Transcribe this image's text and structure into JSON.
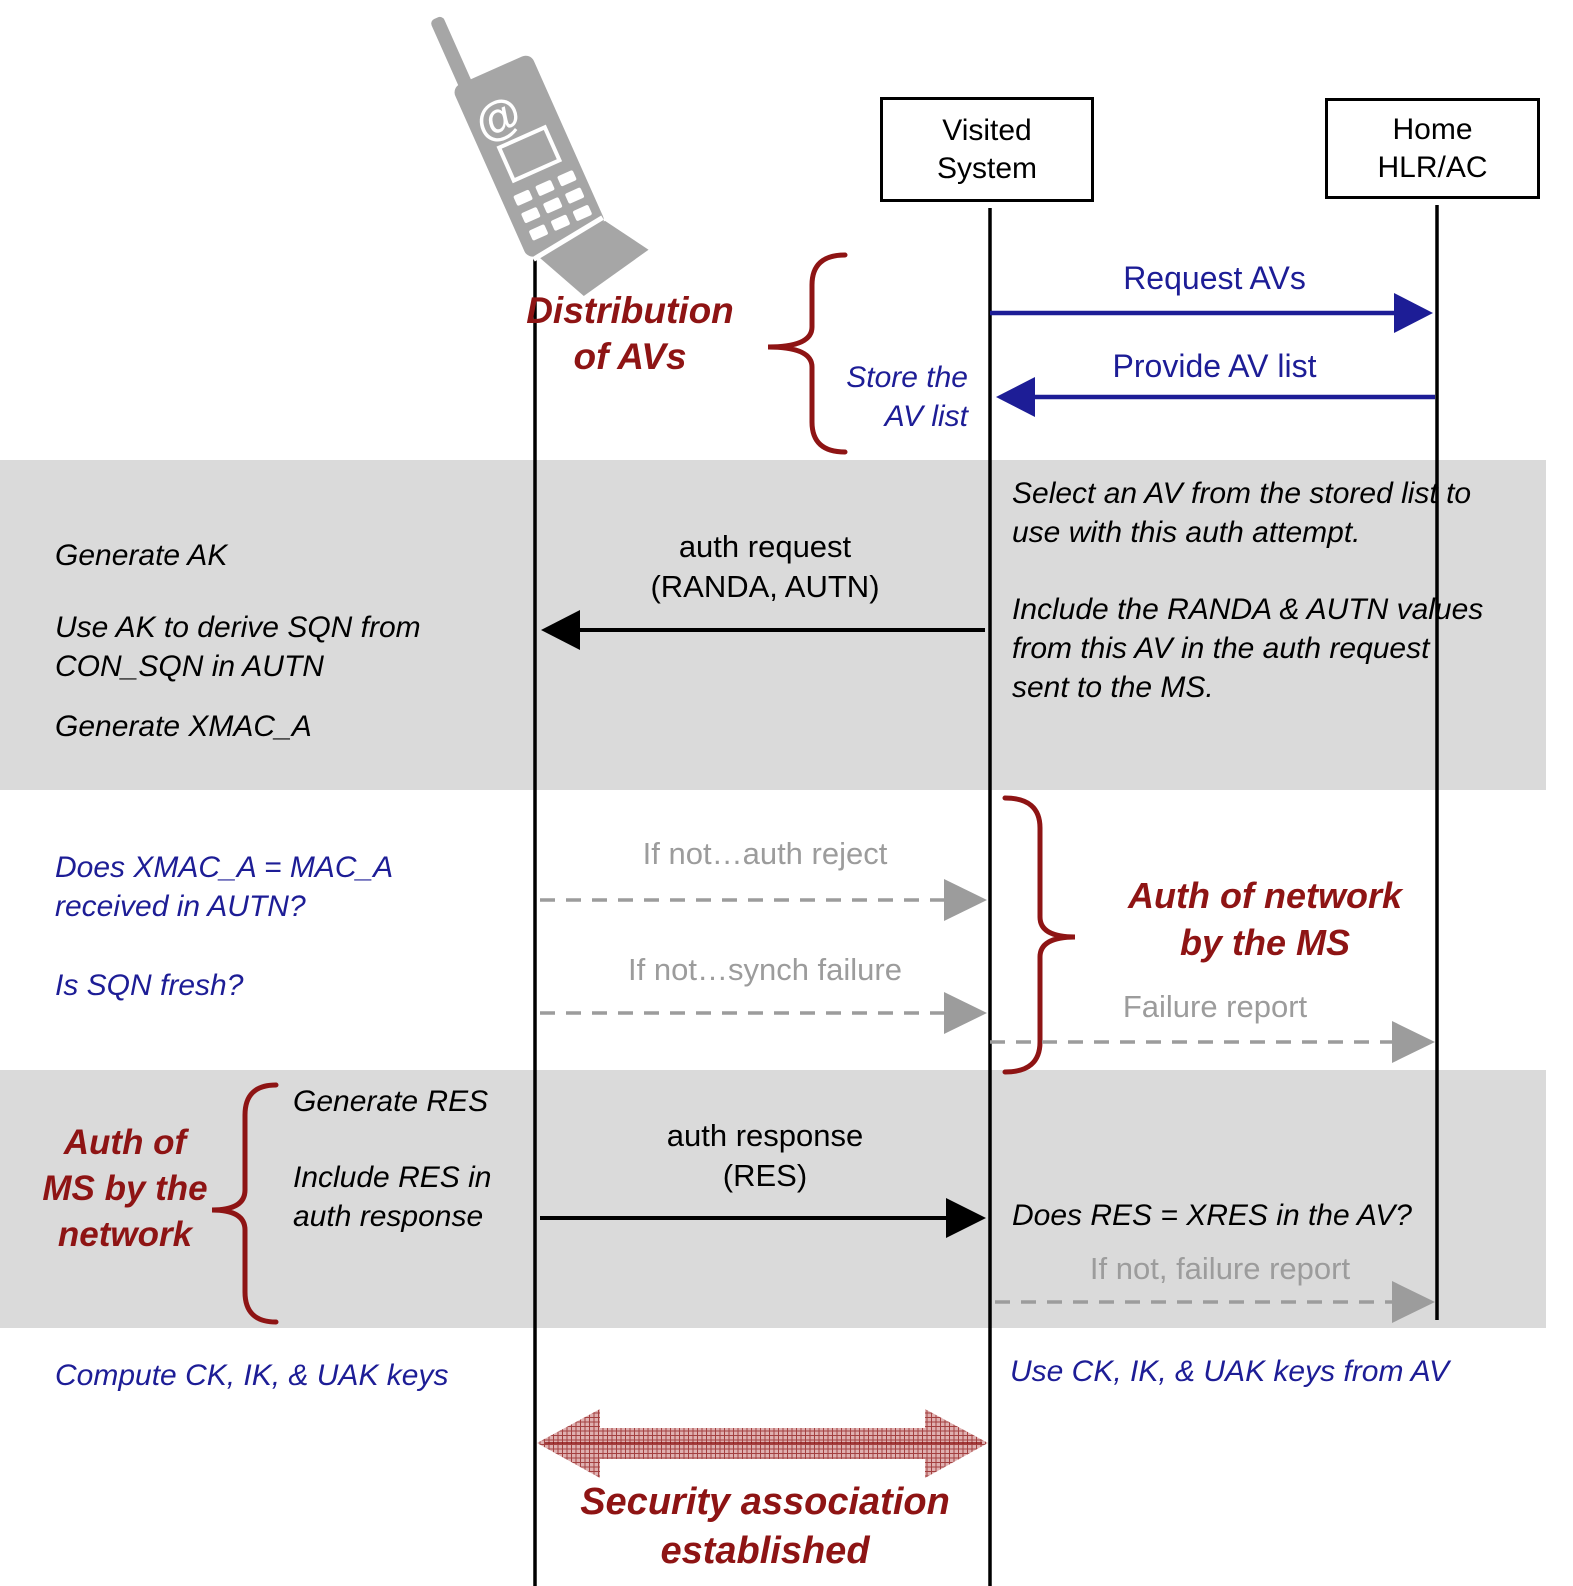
{
  "colors": {
    "dark_red": "#8e1414",
    "navy": "#1d1d96",
    "band_gray": "#dadada",
    "arrow_gray": "#9c9c9c",
    "icon_gray": "#a6a6a6",
    "black": "#000000"
  },
  "icons": {
    "phone_at_glyph": "@"
  },
  "boxes": {
    "visited": [
      "Visited",
      "System"
    ],
    "home": [
      "Home",
      "HLR/AC"
    ]
  },
  "distribution": {
    "title": [
      "Distribution",
      "of AVs"
    ],
    "store_note": [
      "Store the",
      "AV list"
    ],
    "request_msg": "Request AVs",
    "provide_msg": "Provide AV list"
  },
  "auth_request": {
    "ms_note_1": "Generate AK",
    "ms_note_2": "Use AK to derive SQN from CON_SQN in AUTN",
    "ms_note_3": "Generate XMAC_A",
    "msg": [
      "auth request",
      "(RANDA, AUTN)"
    ],
    "vs_note_1": "Select an AV from the stored list to use with this auth attempt.",
    "vs_note_2": "Include the RANDA & AUTN values from this AV in the auth request sent to the MS."
  },
  "network_auth": {
    "q1": "Does XMAC_A = MAC_A received in AUTN?",
    "q2": "Is SQN fresh?",
    "reject_msg": "If not…auth reject",
    "synch_msg": "If not…synch failure",
    "title": [
      "Auth of network",
      "by the MS"
    ],
    "failure_msg": "Failure report"
  },
  "ms_auth": {
    "title": [
      "Auth of",
      "MS by the",
      "network"
    ],
    "note_1": "Generate RES",
    "note_2": "Include RES in auth response",
    "msg": [
      "auth response",
      "(RES)"
    ],
    "vs_question": "Does RES = XRES in the AV?",
    "failure_msg": "If not, failure report"
  },
  "security": {
    "ms_note": "Compute CK, IK, & UAK keys",
    "vs_note": "Use CK, IK, & UAK keys from AV",
    "caption": [
      "Security association",
      "established"
    ]
  }
}
